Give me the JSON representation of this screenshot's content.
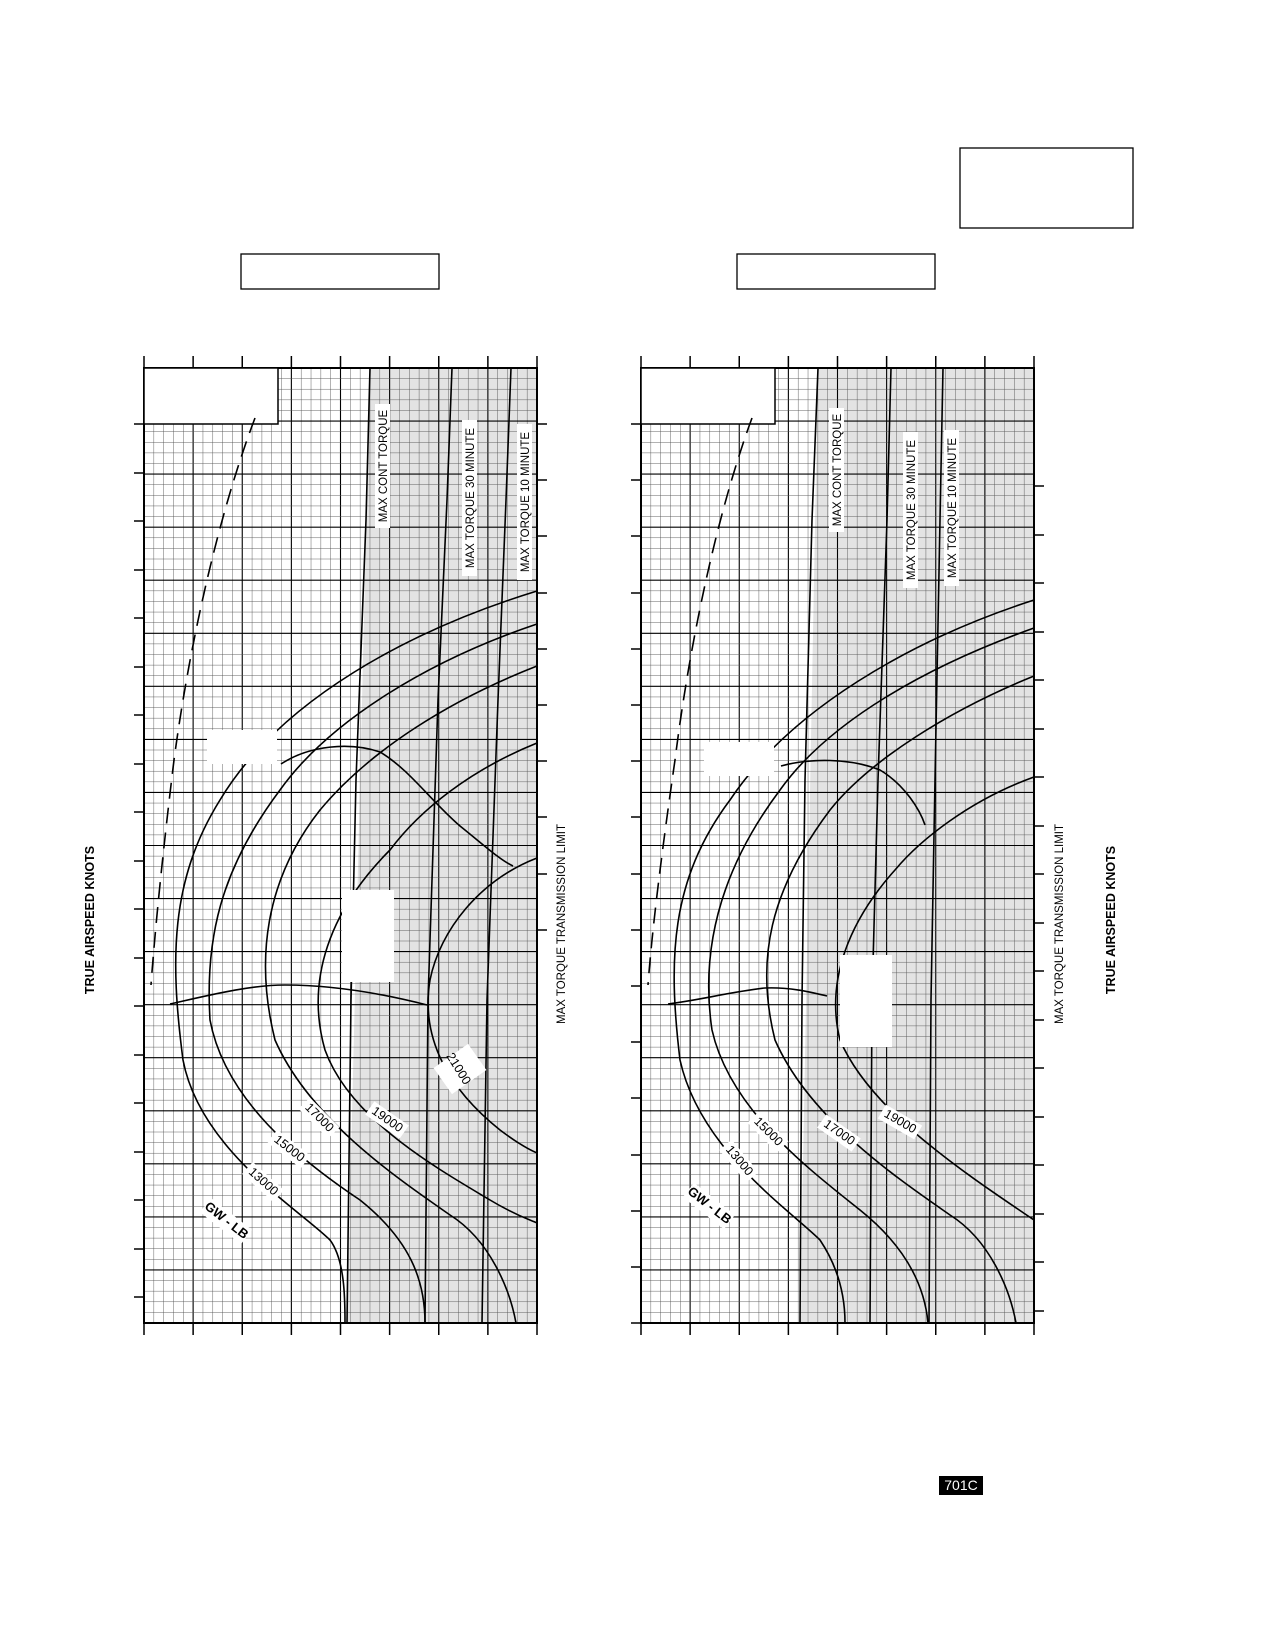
{
  "figure_code": "701C",
  "axis_labels": {
    "ylabel": "TRUE AIRSPEED  KNOTS",
    "transmission_limit": "MAX TORQUE  TRANSMISSION LIMIT"
  },
  "chart_data": [
    {
      "type": "line",
      "panel": "left",
      "ylabel": "TRUE AIRSPEED  KNOTS",
      "curve_family_label": "GW - LB",
      "limit_labels": [
        "MAX CONT TORQUE",
        "MAX TORQUE  30 MINUTE",
        "MAX TORQUE  10 MINUTE"
      ],
      "series": [
        {
          "name": "13000"
        },
        {
          "name": "15000"
        },
        {
          "name": "17000"
        },
        {
          "name": "19000"
        },
        {
          "name": "21000"
        }
      ],
      "grid": true
    },
    {
      "type": "line",
      "panel": "right",
      "ylabel": "TRUE AIRSPEED  KNOTS",
      "curve_family_label": "GW - LB",
      "limit_labels": [
        "MAX CONT TORQUE",
        "MAX TORQUE  30 MINUTE",
        "MAX TORQUE  10 MINUTE"
      ],
      "series": [
        {
          "name": "13000"
        },
        {
          "name": "15000"
        },
        {
          "name": "17000"
        },
        {
          "name": "19000"
        }
      ],
      "grid": true
    }
  ],
  "colors": {
    "shade": "#e3e3e3",
    "line": "#000000",
    "grid_fine": "#555555"
  }
}
